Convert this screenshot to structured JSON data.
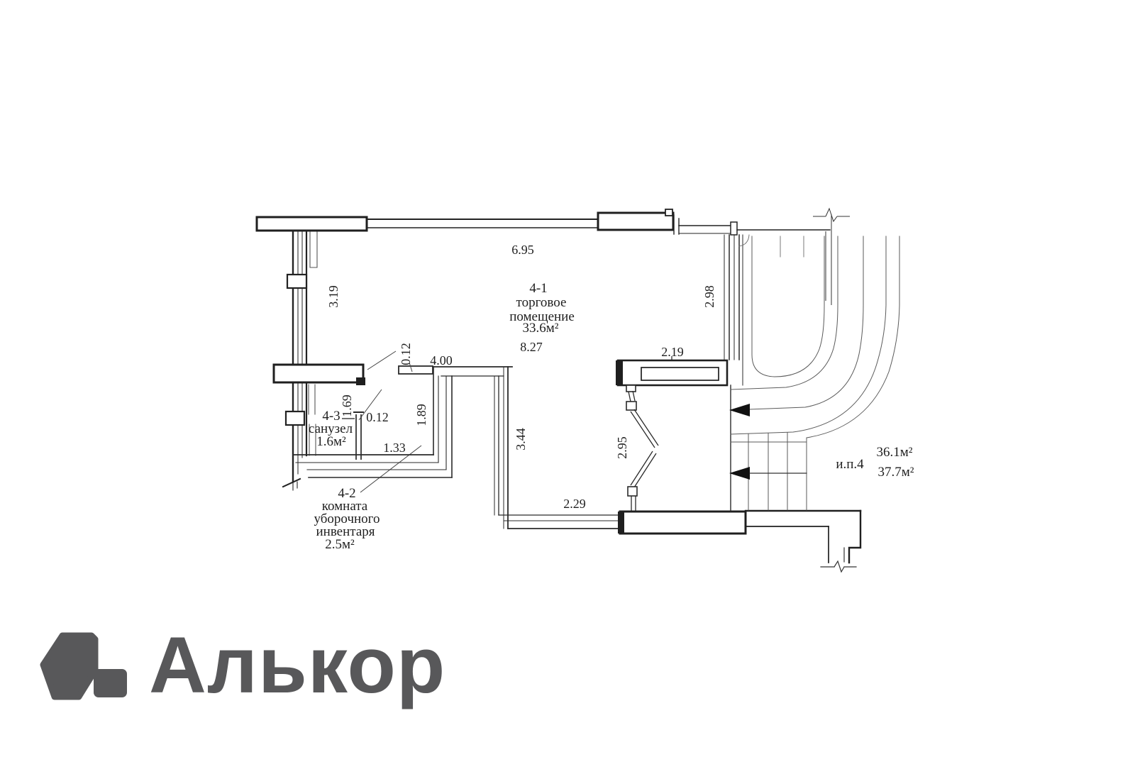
{
  "logo": {
    "text": "Алькор",
    "color": "#58585a"
  },
  "plan": {
    "line_color": "#2a2a2a",
    "dimensions": {
      "top_width": "6.95",
      "left_height": "3.19",
      "stair_wall": "2.98",
      "counter_width": "2.19",
      "jamb_offset_rot": "0.12",
      "corridor_top": "4.00",
      "wc_height": "1.69",
      "partition_width": "0.12",
      "inner_height": "1.89",
      "wc_width": "1.33",
      "corridor_right": "3.44",
      "fold_door": "2.95",
      "passage_width": "2.29",
      "hall_width": "8.27"
    },
    "rooms": {
      "r41": {
        "number": "4-1",
        "name_line1": "торговое",
        "name_line2": "помещение",
        "area": "33.6м²"
      },
      "r43": {
        "number": "4-3",
        "name": "санузел",
        "area": "1.6м²"
      },
      "r42": {
        "number": "4-2",
        "name_line1": "комната",
        "name_line2": "уборочного",
        "name_line3": "инвентаря",
        "area": "2.5м²"
      },
      "stair": {
        "label": "и.п.4",
        "area_upper": "36.1м²",
        "area_lower": "37.7м²"
      }
    }
  }
}
